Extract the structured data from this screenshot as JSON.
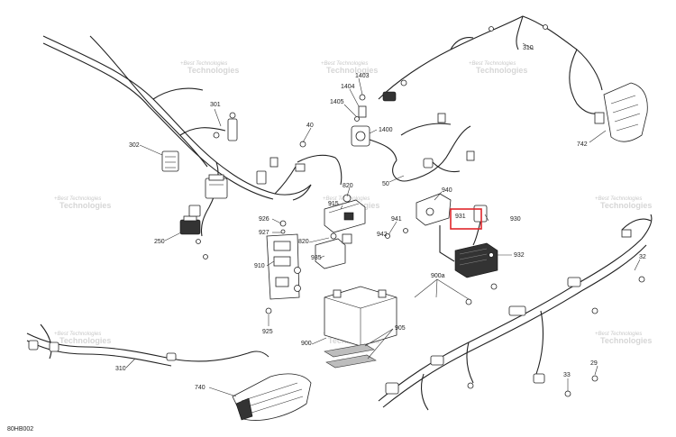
{
  "drawing_code": "80HB002",
  "watermark": {
    "line1": "+Best Technologies",
    "line2": "Technologies"
  },
  "callouts": [
    {
      "id": "c301",
      "label": "301"
    },
    {
      "id": "c302",
      "label": "302"
    },
    {
      "id": "c250",
      "label": "250"
    },
    {
      "id": "c40",
      "label": "40"
    },
    {
      "id": "c1403",
      "label": "1403"
    },
    {
      "id": "c1404",
      "label": "1404"
    },
    {
      "id": "c1405",
      "label": "1405"
    },
    {
      "id": "c1400",
      "label": "1400"
    },
    {
      "id": "c310a",
      "label": "310"
    },
    {
      "id": "c742",
      "label": "742"
    },
    {
      "id": "c50",
      "label": "50"
    },
    {
      "id": "c820a",
      "label": "820"
    },
    {
      "id": "c915",
      "label": "915"
    },
    {
      "id": "c926",
      "label": "926"
    },
    {
      "id": "c927",
      "label": "927"
    },
    {
      "id": "c910",
      "label": "910"
    },
    {
      "id": "c935",
      "label": "935"
    },
    {
      "id": "c820b",
      "label": "820"
    },
    {
      "id": "c940",
      "label": "940"
    },
    {
      "id": "c941",
      "label": "941"
    },
    {
      "id": "c942",
      "label": "942"
    },
    {
      "id": "c931",
      "label": "931"
    },
    {
      "id": "c930",
      "label": "930"
    },
    {
      "id": "c932",
      "label": "932"
    },
    {
      "id": "c900a",
      "label": "900a"
    },
    {
      "id": "c905",
      "label": "905"
    },
    {
      "id": "c900",
      "label": "900"
    },
    {
      "id": "c925",
      "label": "925"
    },
    {
      "id": "c310b",
      "label": "310"
    },
    {
      "id": "c740",
      "label": "740"
    },
    {
      "id": "c32",
      "label": "32"
    },
    {
      "id": "c29",
      "label": "29"
    },
    {
      "id": "c33",
      "label": "33"
    }
  ],
  "highlight": {
    "target": "931",
    "color": "#e0262b"
  }
}
